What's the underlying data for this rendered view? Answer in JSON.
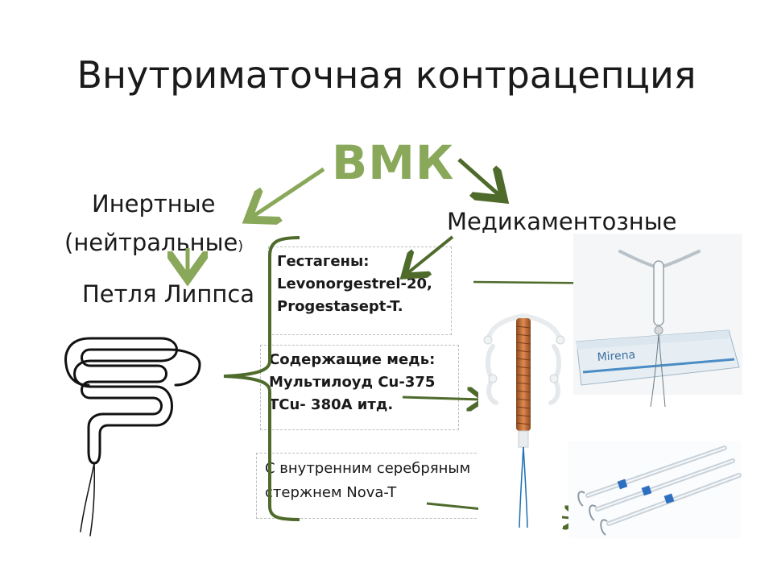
{
  "slide": {
    "title": "Внутриматочная контрацепция",
    "center_label": "ВМК",
    "inert_line1": "Инертные",
    "inert_line2_main": "(нейтральные",
    "inert_line2_paren": ")",
    "inert_example": "Петля Липпса",
    "medicated_label": "Медикаментозные"
  },
  "boxes": {
    "gestagens": {
      "line1": "Гестагены:",
      "line2": "Levonorgestrel-20,",
      "line3": "Progestasept-T."
    },
    "copper": {
      "line1": "Содержащие медь:",
      "line2": "Мультилоуд Cu-375",
      "line3": "TCu- 380A итд."
    },
    "silver": {
      "line1": "С внутренним серебряным",
      "line2": "стержнем Nova-T"
    }
  },
  "images": {
    "mirena_box_text": "Mirena"
  },
  "colors": {
    "accent_green": "#8aa85a",
    "dark_green": "#4e6b2c",
    "copper": "#c06a35"
  }
}
